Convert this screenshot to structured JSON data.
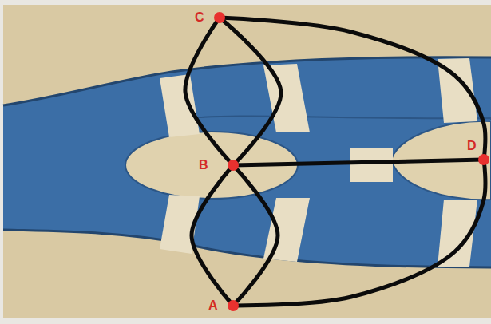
{
  "diagram": {
    "nodes": [
      {
        "text": [
          "C"
        ]
      },
      {
        "text": [
          "B"
        ]
      },
      {
        "text": [
          "D"
        ]
      },
      {
        "text": [
          "A"
        ]
      }
    ],
    "edges": [
      {
        "from": 0,
        "to": 1,
        "arrow": "none"
      },
      {
        "from": 0,
        "to": 1,
        "arrow": "none"
      },
      {
        "from": 0,
        "to": 2,
        "arrow": "none"
      },
      {
        "from": 1,
        "to": 2,
        "arrow": "none"
      },
      {
        "from": 1,
        "to": 3,
        "arrow": "none"
      },
      {
        "from": 1,
        "to": 3,
        "arrow": "none"
      },
      {
        "from": 3,
        "to": 2,
        "arrow": "none"
      }
    ]
  }
}
